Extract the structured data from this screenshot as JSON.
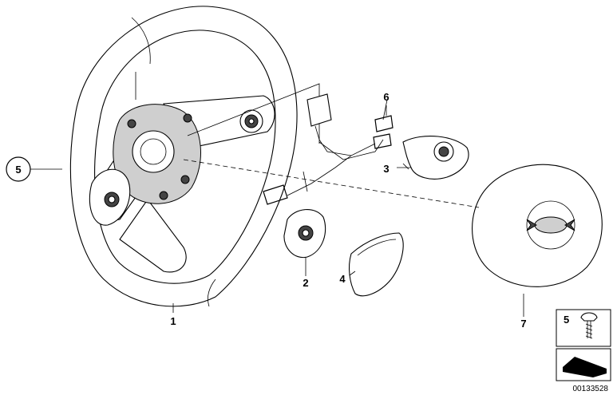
{
  "diagram": {
    "callouts": {
      "c1": "1",
      "c2": "2",
      "c3": "3",
      "c4": "4",
      "c5_circle": "5",
      "c5_box": "5",
      "c6": "6",
      "c7": "7"
    },
    "document_number": "00133528"
  }
}
